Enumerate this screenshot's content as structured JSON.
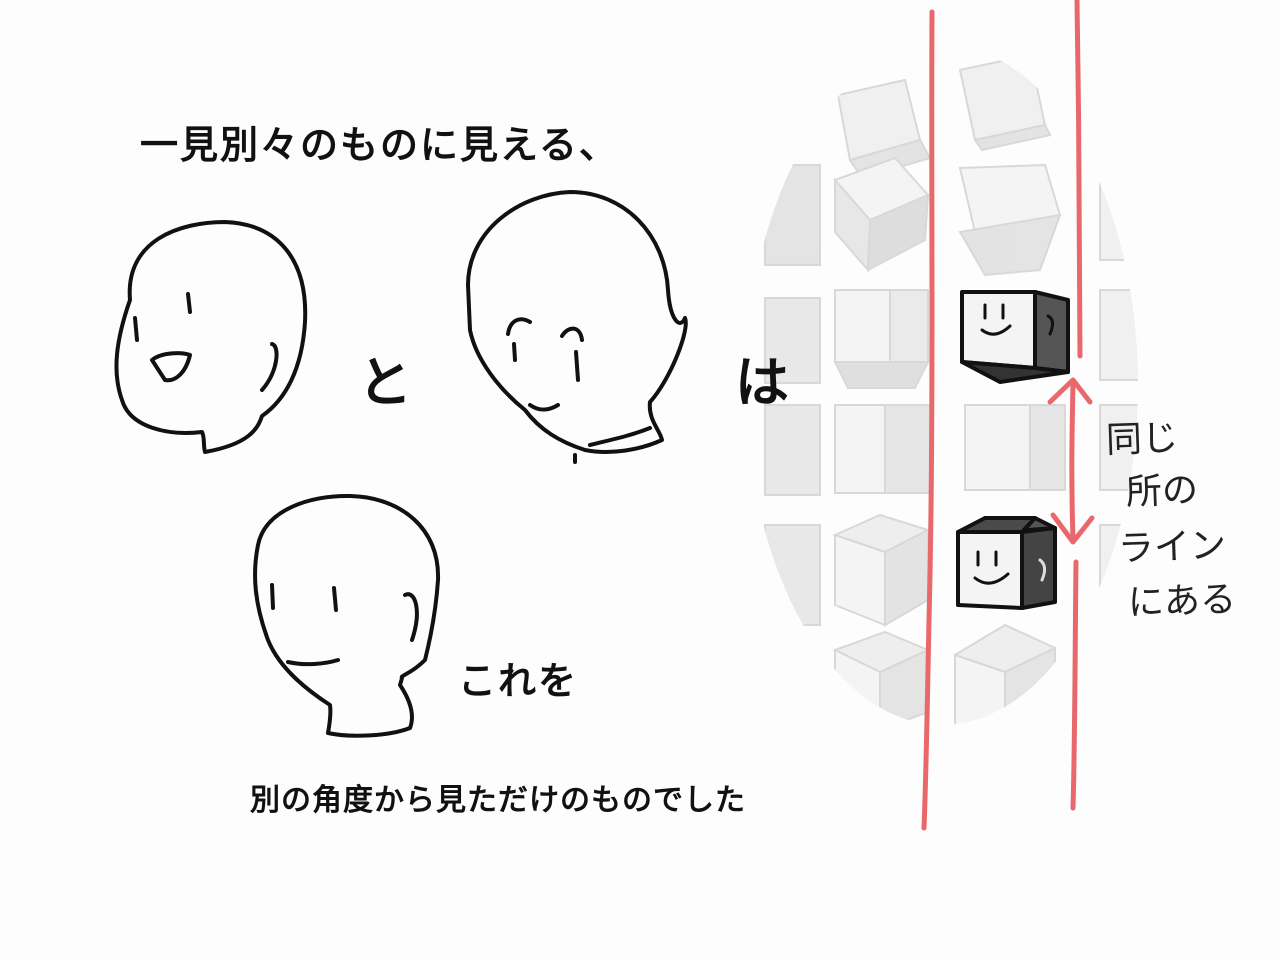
{
  "text": {
    "heading": "一見別々のものに見える、",
    "connector_to": "と",
    "connector_ha": "は",
    "this_one": "これを",
    "conclusion": "別の角度から見ただけのものでした"
  },
  "annotation": {
    "lines": [
      "同じ",
      "所の",
      "ライン",
      "にある"
    ]
  },
  "colors": {
    "ink": "#111111",
    "red_line": "#e8686c",
    "cube_light": "#e9e9e9",
    "cube_dark": "#5a5a5a",
    "cube_mid": "#b0b0b0",
    "background": "#fdfdfd"
  }
}
